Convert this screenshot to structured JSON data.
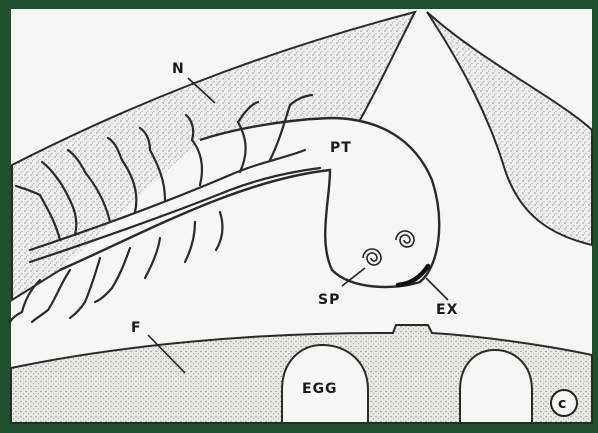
{
  "diagram": {
    "labels": {
      "n": "N",
      "pt": "PT",
      "sp": "SP",
      "ex": "EX",
      "f": "F",
      "egg": "EGG",
      "panel": "c"
    }
  },
  "colors": {
    "frame": "#1f4f2c",
    "paper": "#f6f6f3",
    "ink": "#2a2a2a"
  }
}
